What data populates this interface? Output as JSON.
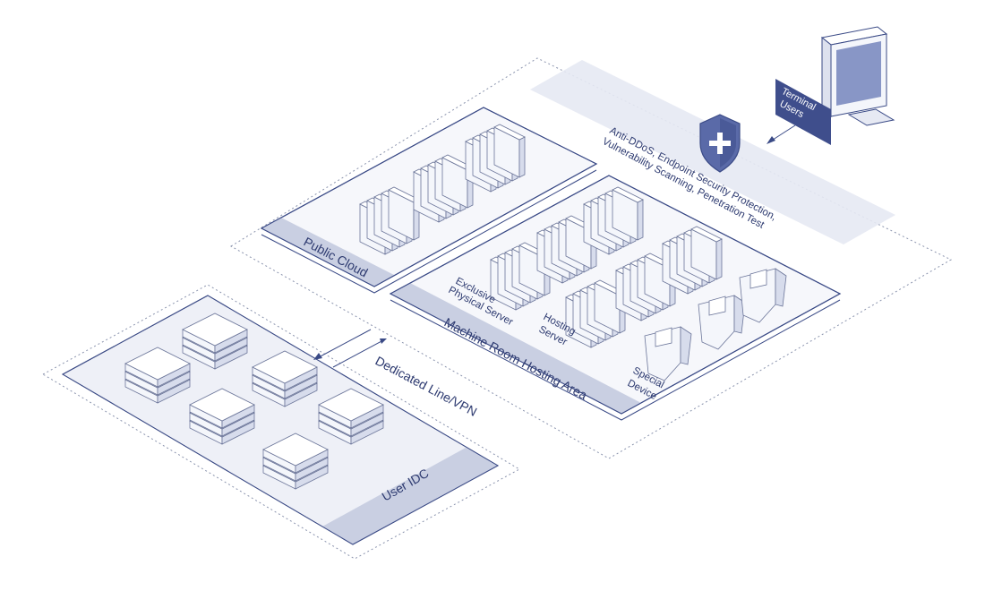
{
  "labels": {
    "public_cloud": "Public Cloud",
    "machine_room": "Machine Room Hosting Area",
    "user_idc": "User IDC",
    "dedicated_line": "Dedicated Line/VPN",
    "exclusive_line1": "Exclusive",
    "exclusive_line2": "Physical Server",
    "hosting_line1": "Hosting",
    "hosting_line2": "Server",
    "special_line1": "Special",
    "special_line2": "Device",
    "terminal_line1": "Terminal",
    "terminal_line2": "Users",
    "security_line1": "Anti-DDoS, Endpoint Security Protection,",
    "security_line2": "Vulnerability Scanning, Penetration Test"
  },
  "icons": {
    "shield": "shield-plus-icon",
    "monitor": "monitor-icon",
    "arrow": "bidirectional-arrow-icon"
  },
  "colors": {
    "accent": "#3a4a86",
    "band": "#c9cfe2",
    "label_box": "#3f4e8c"
  }
}
